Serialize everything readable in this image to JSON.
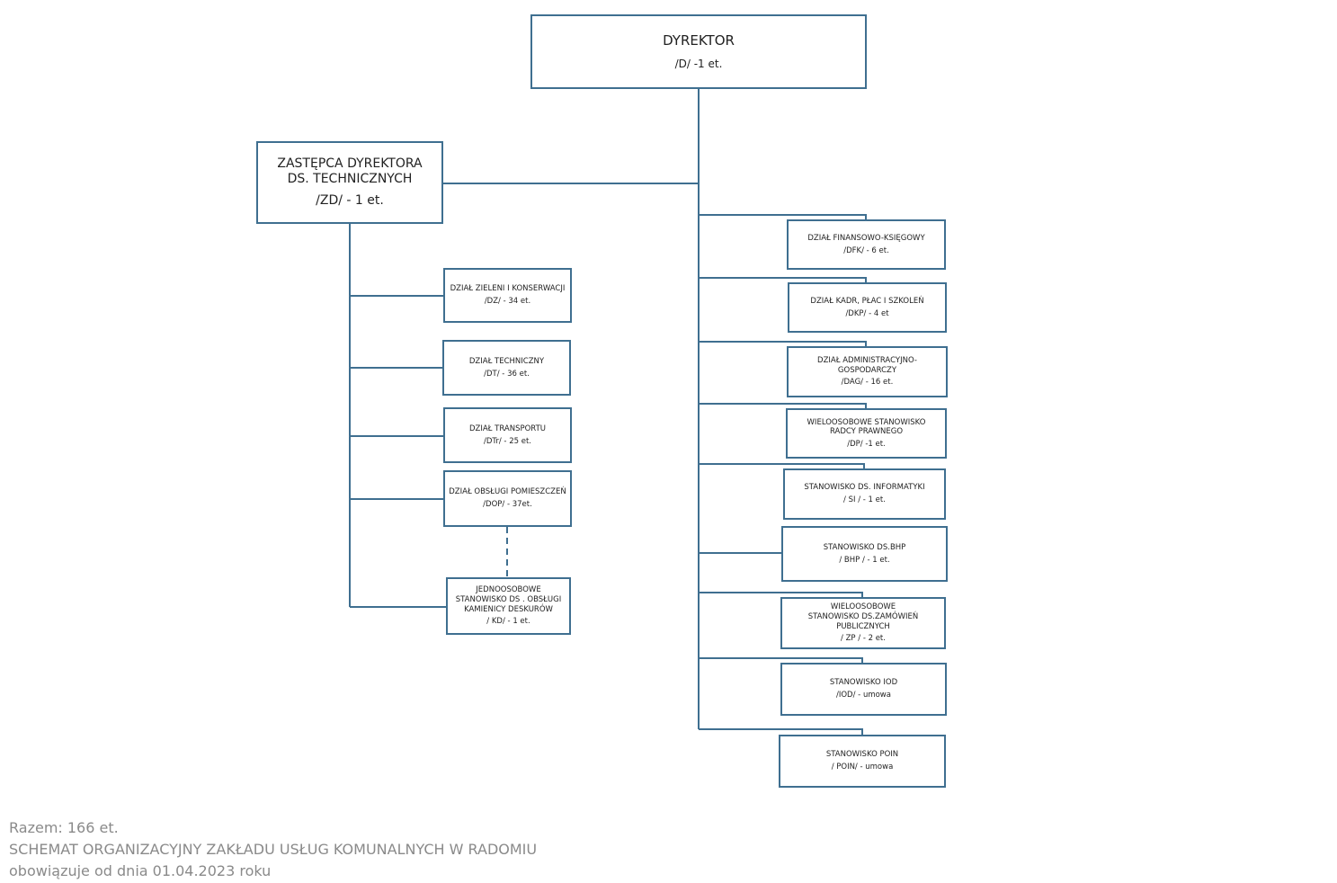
{
  "colors": {
    "line": "#3f6f90",
    "footer_text": "#8a8a8a"
  },
  "boxes": {
    "dyrektor": {
      "title": "DYREKTOR",
      "code": "/D/ -1 et."
    },
    "zastepca": {
      "title": "ZASTĘPCA DYREKTORA DS. TECHNICZNYCH",
      "code": "/ZD/ - 1 et."
    },
    "dz": {
      "title": "DZIAŁ ZIELENI I KONSERWACJI",
      "code": "/DZ/ - 34 et."
    },
    "dt": {
      "title": "DZIAŁ TECHNICZNY",
      "code": "/DT/ - 36 et."
    },
    "dtr": {
      "title": "DZIAŁ TRANSPORTU",
      "code": "/DTr/ - 25 et."
    },
    "dop": {
      "title": "DZIAŁ OBSŁUGI POMIESZCZEŃ",
      "code": "/DOP/ - 37et."
    },
    "kd": {
      "title": "JEDNOOSOBOWE STANOWISKO DS . OBSŁUGI KAMIENICY DESKURÓW",
      "code": "/ KD/ - 1 et."
    },
    "dfk": {
      "title": "DZIAŁ FINANSOWO-KSIĘGOWY",
      "code": "/DFK/ - 6 et."
    },
    "dkp": {
      "title": "DZIAŁ KADR, PŁAC I SZKOLEŃ",
      "code": "/DKP/ - 4 et"
    },
    "dag": {
      "title": "DZIAŁ ADMINISTRACYJNO- GOSPODARCZY",
      "code": "/DAG/ - 16 et."
    },
    "dp": {
      "title": "WIELOOSOBOWE STANOWISKO RADCY PRAWNEGO",
      "code": "/DP/ -1 et."
    },
    "si": {
      "title": "STANOWISKO DS. INFORMATYKI",
      "code": "/ SI / - 1 et."
    },
    "bhp": {
      "title": "STANOWISKO DS.BHP",
      "code": "/ BHP / - 1 et."
    },
    "zp": {
      "title": "WIELOOSOBOWE STANOWISKO DS.ZAMÓWIEŃ PUBLICZNYCH",
      "code": "/ ZP / - 2 et."
    },
    "iod": {
      "title": "STANOWISKO IOD",
      "code": "/IOD/ - umowa"
    },
    "poin": {
      "title": "STANOWISKO POIN",
      "code": "/ POIN/ - umowa"
    }
  },
  "footer": {
    "total": "Razem: 166 et.",
    "title": "SCHEMAT ORGANIZACYJNY ZAKŁADU USŁUG KOMUNALNYCH W RADOMIU",
    "valid_from": "obowiązuje od dnia 01.04.2023 roku"
  }
}
